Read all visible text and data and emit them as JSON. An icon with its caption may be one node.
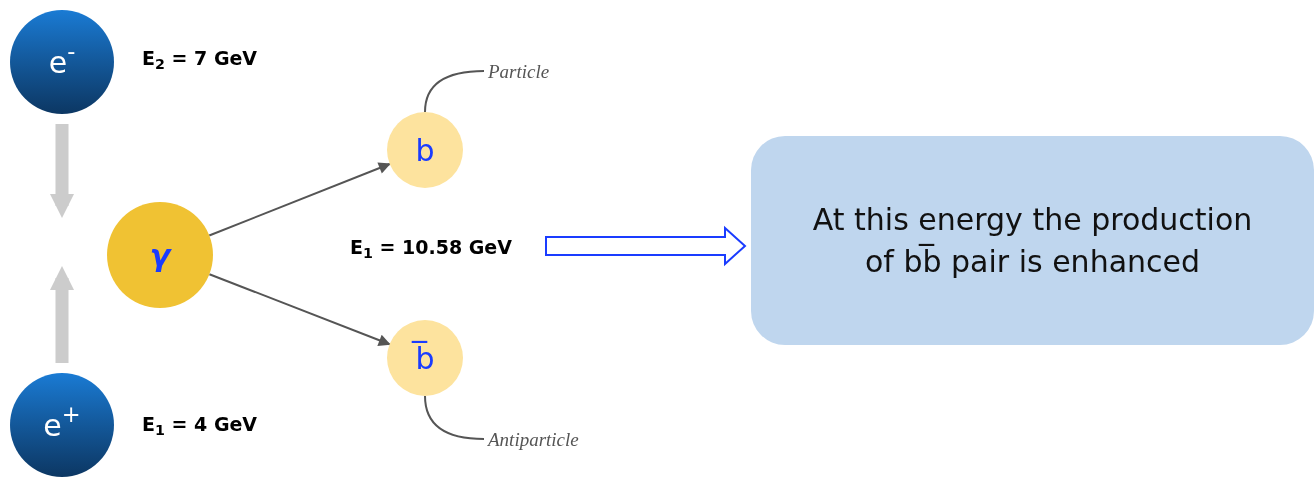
{
  "diagram": {
    "nodes": [
      {
        "text": [
          "e$^{-}$"
        ],
        "beside": [
          "E$_{2}$ = 7 GeV"
        ]
      },
      {
        "text": [
          "γ"
        ]
      },
      {
        "text": [
          "e$^{+}$"
        ],
        "beside": [
          "E$_{1}$ = 4 GeV"
        ]
      },
      {
        "text": [
          "b"
        ]
      },
      {
        "text": [
          "b̅"
        ]
      },
      {
        "text": [
          "Particle"
        ]
      },
      {
        "text": [
          "Antiparticle"
        ]
      },
      {
        "text": [
          "E$_{1}$ = 10.58 GeV"
        ]
      },
      {
        "text": [
          "At this energy the production of bb̅ pair is enhanced"
        ]
      }
    ],
    "edges": [
      {
        "from": 0,
        "to": 1,
        "arrow": "to",
        "style": "thick",
        "color": "#cccccc"
      },
      {
        "from": 2,
        "to": 1,
        "arrow": "to",
        "style": "thick",
        "color": "#cccccc"
      },
      {
        "from": 1,
        "to": 3,
        "arrow": "to"
      },
      {
        "from": 1,
        "to": 4,
        "arrow": "to"
      },
      {
        "from": 5,
        "to": 3,
        "arrow": "none"
      },
      {
        "from": 6,
        "to": 4,
        "arrow": "none"
      },
      {
        "from": 7,
        "to": 8,
        "arrow": "to",
        "style": "thick",
        "color": "#1a3cff"
      }
    ]
  }
}
